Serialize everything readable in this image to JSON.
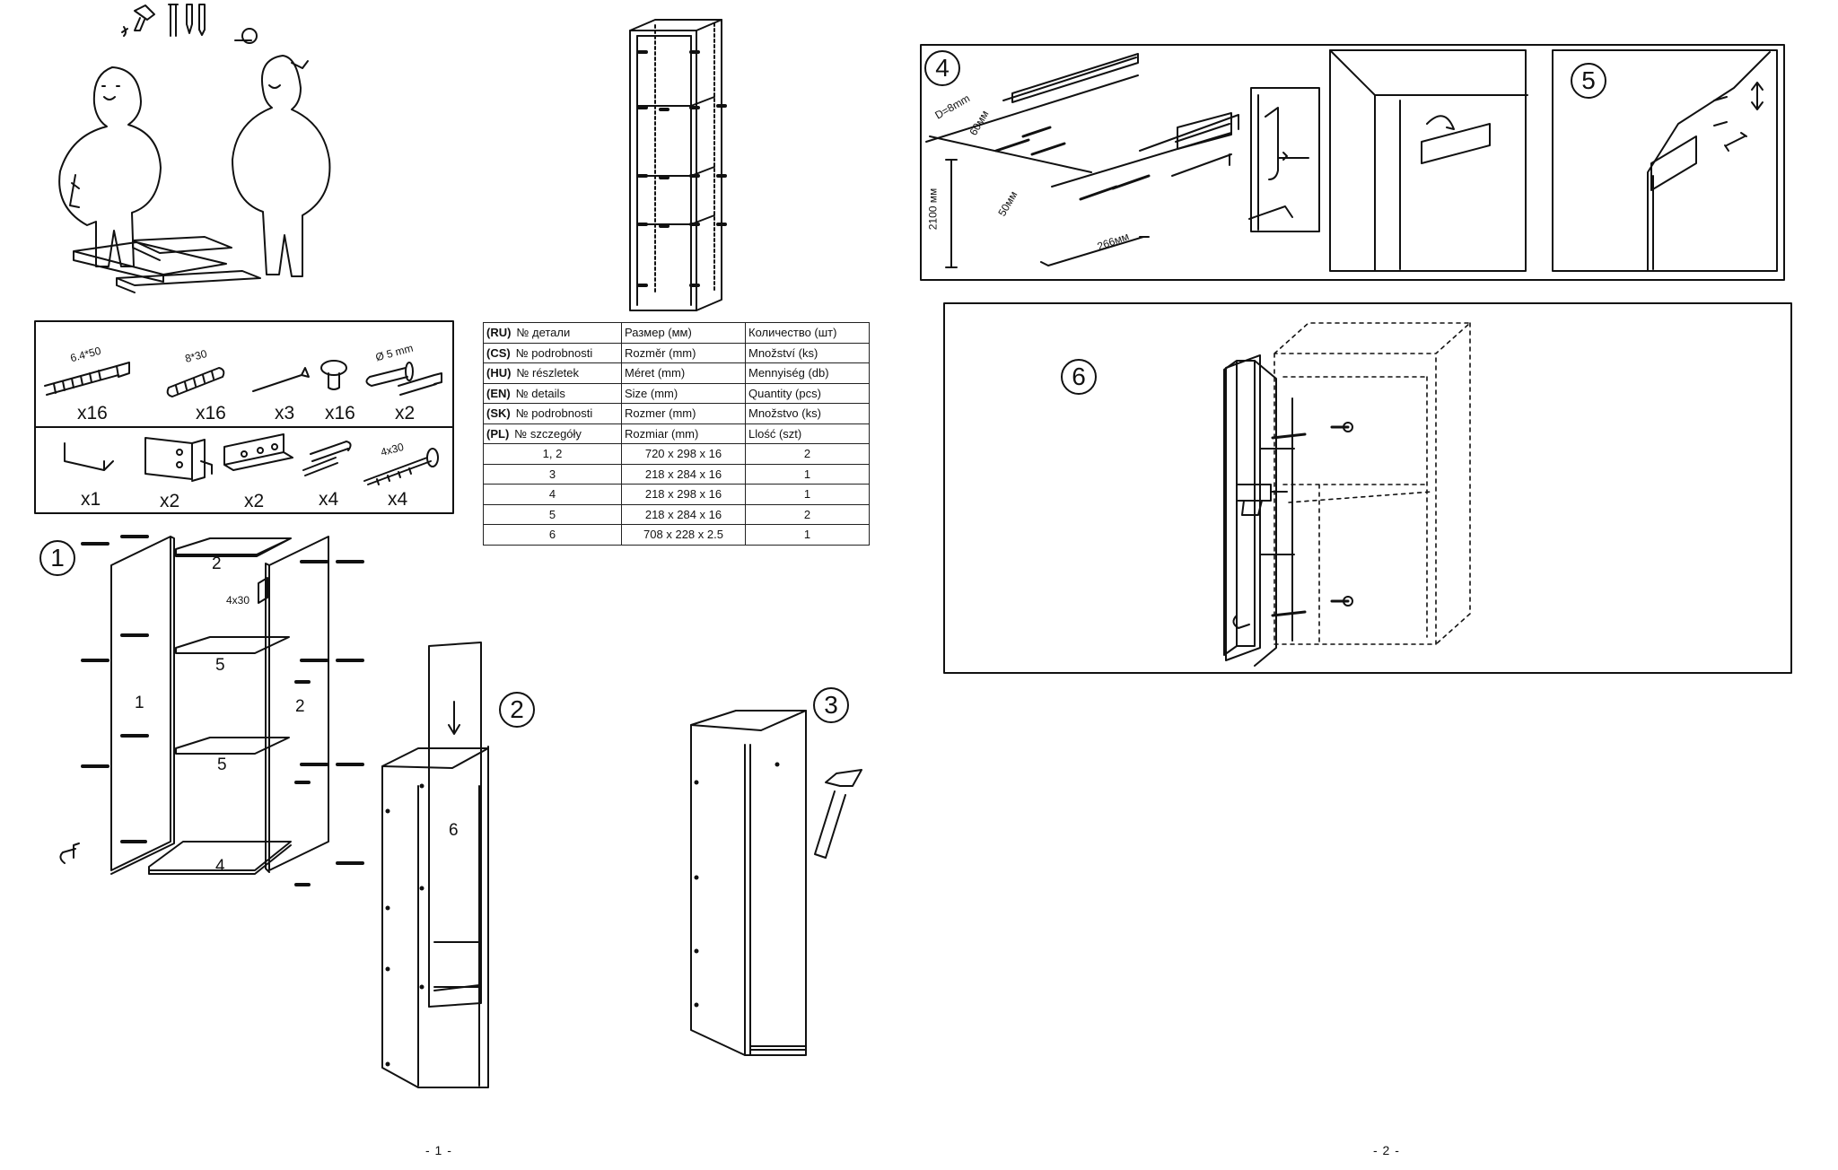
{
  "hardware": {
    "row1": [
      {
        "icon": "dowel-screw-icon",
        "label": "6.4*50",
        "qty": "x16"
      },
      {
        "icon": "wood-dowel-icon",
        "label": "8*30",
        "qty": "x16"
      },
      {
        "icon": "nail-icon",
        "label": "",
        "qty": "x3"
      },
      {
        "icon": "cam-lock-icon",
        "label": "",
        "qty": "x16"
      },
      {
        "icon": "connector-bolt-icon",
        "label": "Ø 5 mm",
        "qty": "x2"
      }
    ],
    "row2": [
      {
        "icon": "allen-key-icon",
        "qty": "x1"
      },
      {
        "icon": "hanging-bracket-icon",
        "qty": "x2"
      },
      {
        "icon": "mounting-rail-icon",
        "qty": "x2"
      },
      {
        "icon": "wall-plug-icon",
        "qty": "x4"
      },
      {
        "icon": "wood-screw-icon",
        "label": "4x30",
        "qty": "x4"
      }
    ]
  },
  "parts_table": {
    "header_rows": [
      {
        "code": "(RU)",
        "part": "№ детали",
        "size": "Размер  (мм)",
        "qty": "Количество (шт)"
      },
      {
        "code": "(CS)",
        "part": "№ podrobnosti",
        "size": "Rozměr (mm)",
        "qty": "Množství  (ks)"
      },
      {
        "code": "(HU)",
        "part": "№ részletek",
        "size": "Méret (mm)",
        "qty": "Mennyiség (db)"
      },
      {
        "code": "(EN)",
        "part": "№ details",
        "size": "Size (mm)",
        "qty": "Quantity  (pcs)"
      },
      {
        "code": "(SK)",
        "part": "№ podrobnosti",
        "size": "Rozmer (mm)",
        "qty": "Množstvo (ks)"
      },
      {
        "code": "(PL)",
        "part": "№ szczegóły",
        "size": "Rozmiar (mm)",
        "qty": "Llość (szt)"
      }
    ],
    "rows": [
      {
        "part": "1, 2",
        "size": "720 x 298 x 16",
        "qty": "2"
      },
      {
        "part": "3",
        "size": "218 x 284 x 16",
        "qty": "1"
      },
      {
        "part": "4",
        "size": "218 x 298 x 16",
        "qty": "1"
      },
      {
        "part": "5",
        "size": "218 x 284 x 16",
        "qty": "2"
      },
      {
        "part": "6",
        "size": "708 x 228 x 2.5",
        "qty": "1"
      }
    ]
  },
  "steps": {
    "s1": {
      "num": "1",
      "labels": {
        "p2_top": "2",
        "p5_a": "5",
        "p5_b": "5",
        "p4": "4",
        "p1": "1",
        "p2_side": "2",
        "screw": "4x30"
      }
    },
    "s2": {
      "num": "2",
      "panel": "6"
    },
    "s3": {
      "num": "3"
    },
    "s4": {
      "num": "4",
      "d8": "D=8mm",
      "d60": "60мм",
      "d50": "50мм",
      "h2100": "2100 мм",
      "w266": "266мм"
    },
    "s5": {
      "num": "5"
    },
    "s6": {
      "num": "6"
    }
  },
  "pages": {
    "left": "- 1 -",
    "right": "- 2 -"
  }
}
